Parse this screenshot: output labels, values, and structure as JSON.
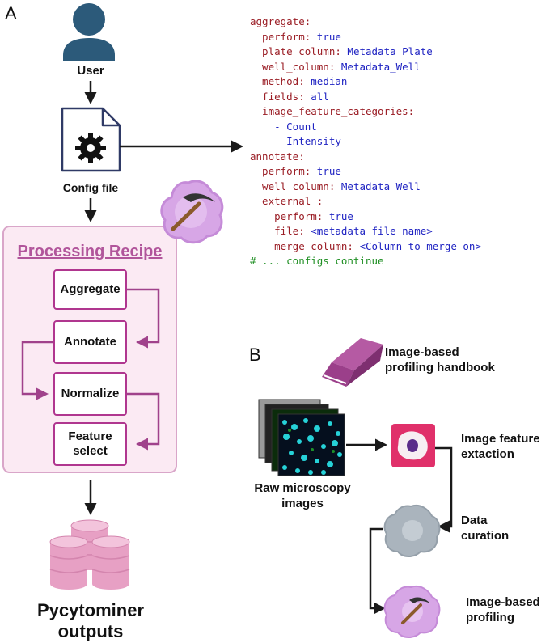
{
  "panel_a": {
    "letter": "A",
    "user_label": "User",
    "config_label": "Config file",
    "recipe_title": "Processing Recipe",
    "steps": [
      "Aggregate",
      "Annotate",
      "Normalize",
      "Feature\nselect"
    ],
    "outputs_label_line1": "Pycytominer",
    "outputs_label_line2": "outputs"
  },
  "config_code": [
    {
      "parts": [
        {
          "t": "aggregate:",
          "c": "k"
        }
      ]
    },
    {
      "parts": [
        {
          "t": "  perform: ",
          "c": "k"
        },
        {
          "t": "true",
          "c": "v"
        }
      ]
    },
    {
      "parts": [
        {
          "t": "  plate_column: ",
          "c": "k"
        },
        {
          "t": "Metadata_Plate",
          "c": "v"
        }
      ]
    },
    {
      "parts": [
        {
          "t": "  well_column: ",
          "c": "k"
        },
        {
          "t": "Metadata_Well",
          "c": "v"
        }
      ]
    },
    {
      "parts": [
        {
          "t": "  method: ",
          "c": "k"
        },
        {
          "t": "median",
          "c": "v"
        }
      ]
    },
    {
      "parts": [
        {
          "t": "  fields: ",
          "c": "k"
        },
        {
          "t": "all",
          "c": "v"
        }
      ]
    },
    {
      "parts": [
        {
          "t": "  image_feature_categories:",
          "c": "k"
        }
      ]
    },
    {
      "parts": [
        {
          "t": "    - Count",
          "c": "v"
        }
      ]
    },
    {
      "parts": [
        {
          "t": "    - Intensity",
          "c": "v"
        }
      ]
    },
    {
      "parts": [
        {
          "t": "annotate:",
          "c": "k"
        }
      ]
    },
    {
      "parts": [
        {
          "t": "  perform: ",
          "c": "k"
        },
        {
          "t": "true",
          "c": "v"
        }
      ]
    },
    {
      "parts": [
        {
          "t": "  well_column: ",
          "c": "k"
        },
        {
          "t": "Metadata_Well",
          "c": "v"
        }
      ]
    },
    {
      "parts": [
        {
          "t": "  external :",
          "c": "k"
        }
      ]
    },
    {
      "parts": [
        {
          "t": "    perform: ",
          "c": "k"
        },
        {
          "t": "true",
          "c": "v"
        }
      ]
    },
    {
      "parts": [
        {
          "t": "    file: ",
          "c": "k"
        },
        {
          "t": "<metadata file name>",
          "c": "v"
        }
      ]
    },
    {
      "parts": [
        {
          "t": "    merge_column: ",
          "c": "k"
        },
        {
          "t": "<Column to merge on>",
          "c": "v"
        }
      ]
    },
    {
      "parts": [
        {
          "t": "# ... configs continue",
          "c": "c"
        }
      ]
    }
  ],
  "panel_b": {
    "letter": "B",
    "handbook_line1": "Image-based",
    "handbook_line2": "profiling handbook",
    "raw_line1": "Raw microscopy",
    "raw_line2": "images",
    "extraction_line1": "Image feature",
    "extraction_line2": "extaction",
    "curation_line1": "Data",
    "curation_line2": "curation",
    "profiling_line1": "Image-based",
    "profiling_line2": "profiling"
  },
  "colors": {
    "recipe_border": "#b0368f",
    "recipe_fill": "#fbeaf3",
    "recipe_title": "#b1559b",
    "user_icon": "#2c5a7a",
    "config_border": "#2f3a66",
    "database": "#e7a0c4",
    "handbook": "#9b3f8a",
    "extraction": "#e0306a",
    "curation": "#aab4bd",
    "profiling": "#d7a6e6",
    "code_key": "#9a1c24",
    "code_value": "#1f23c2",
    "code_comment": "#1f8f23"
  }
}
